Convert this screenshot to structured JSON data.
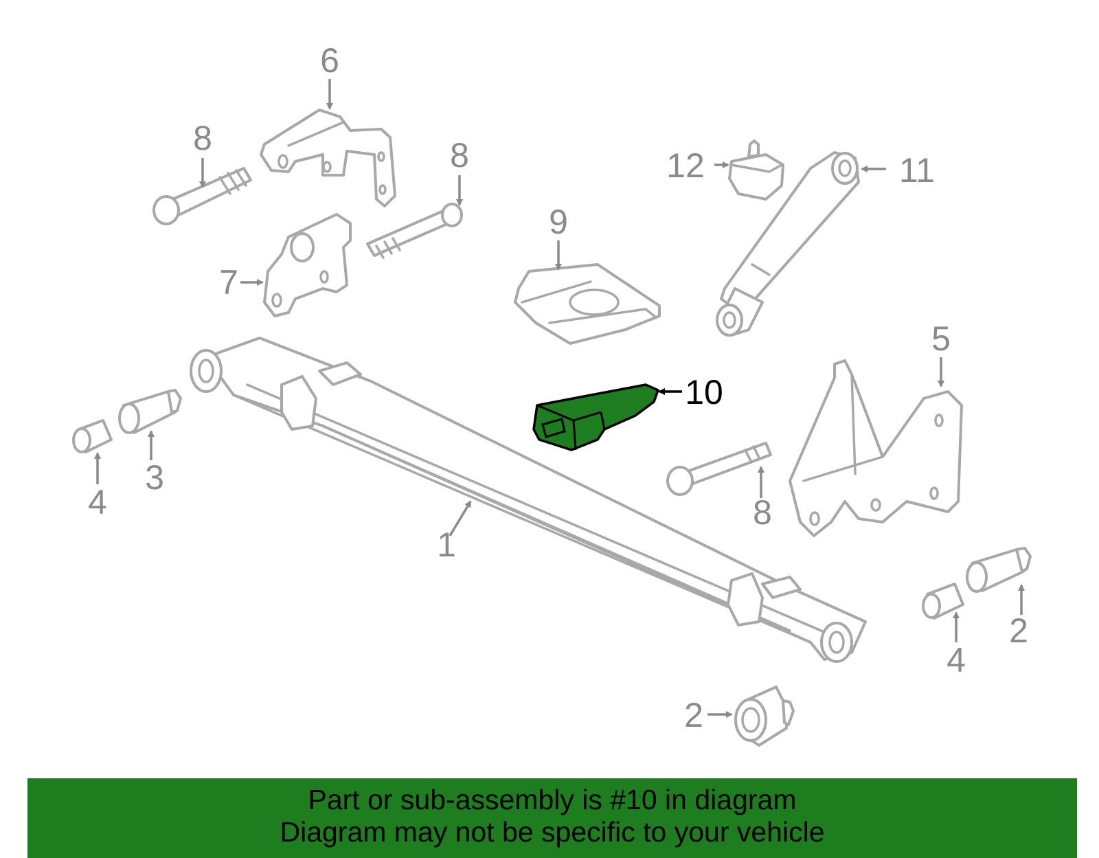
{
  "callouts": {
    "c1": "1",
    "c2a": "2",
    "c2b": "2",
    "c3": "3",
    "c4a": "4",
    "c4b": "4",
    "c5": "5",
    "c6": "6",
    "c7": "7",
    "c8a": "8",
    "c8b": "8",
    "c8c": "8",
    "c9": "9",
    "c10": "10",
    "c11": "11",
    "c12": "12"
  },
  "highlight_part": "10",
  "colors": {
    "highlight_fill": "#1e7d1e",
    "banner_bg": "#1e7d1e",
    "line_art": "#a8a8a8",
    "callout_text": "#8a8a8a"
  },
  "banner": {
    "line1": "Part or sub-assembly is #10 in diagram",
    "line2": "Diagram may not be specific to your vehicle"
  }
}
